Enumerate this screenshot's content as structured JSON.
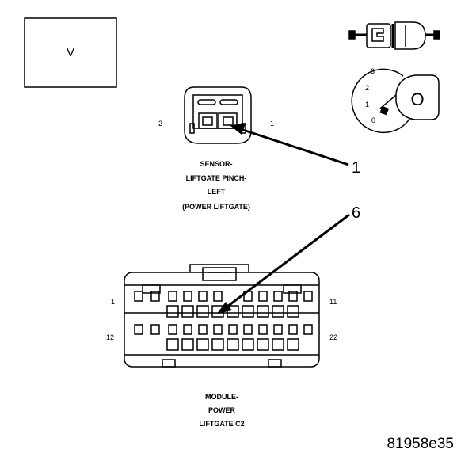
{
  "meter_box": {
    "label": "V"
  },
  "ignition": {
    "key_letter": "O",
    "positions": [
      "3",
      "2",
      "1",
      "0"
    ]
  },
  "sensor": {
    "label_lines": [
      "SENSOR-",
      "LIFTGATE PINCH-",
      "LEFT",
      "(POWER LIFTGATE)"
    ],
    "pin_left": "2",
    "pin_right": "1"
  },
  "module": {
    "label_lines": [
      "MODULE-",
      "POWER",
      "LIFTGATE C2"
    ],
    "pin_top_left": "1",
    "pin_top_right": "11",
    "pin_bottom_left": "12",
    "pin_bottom_right": "22"
  },
  "callouts": {
    "sensor_pin": "1",
    "module_pin": "6"
  },
  "figure_id": "81958e35"
}
